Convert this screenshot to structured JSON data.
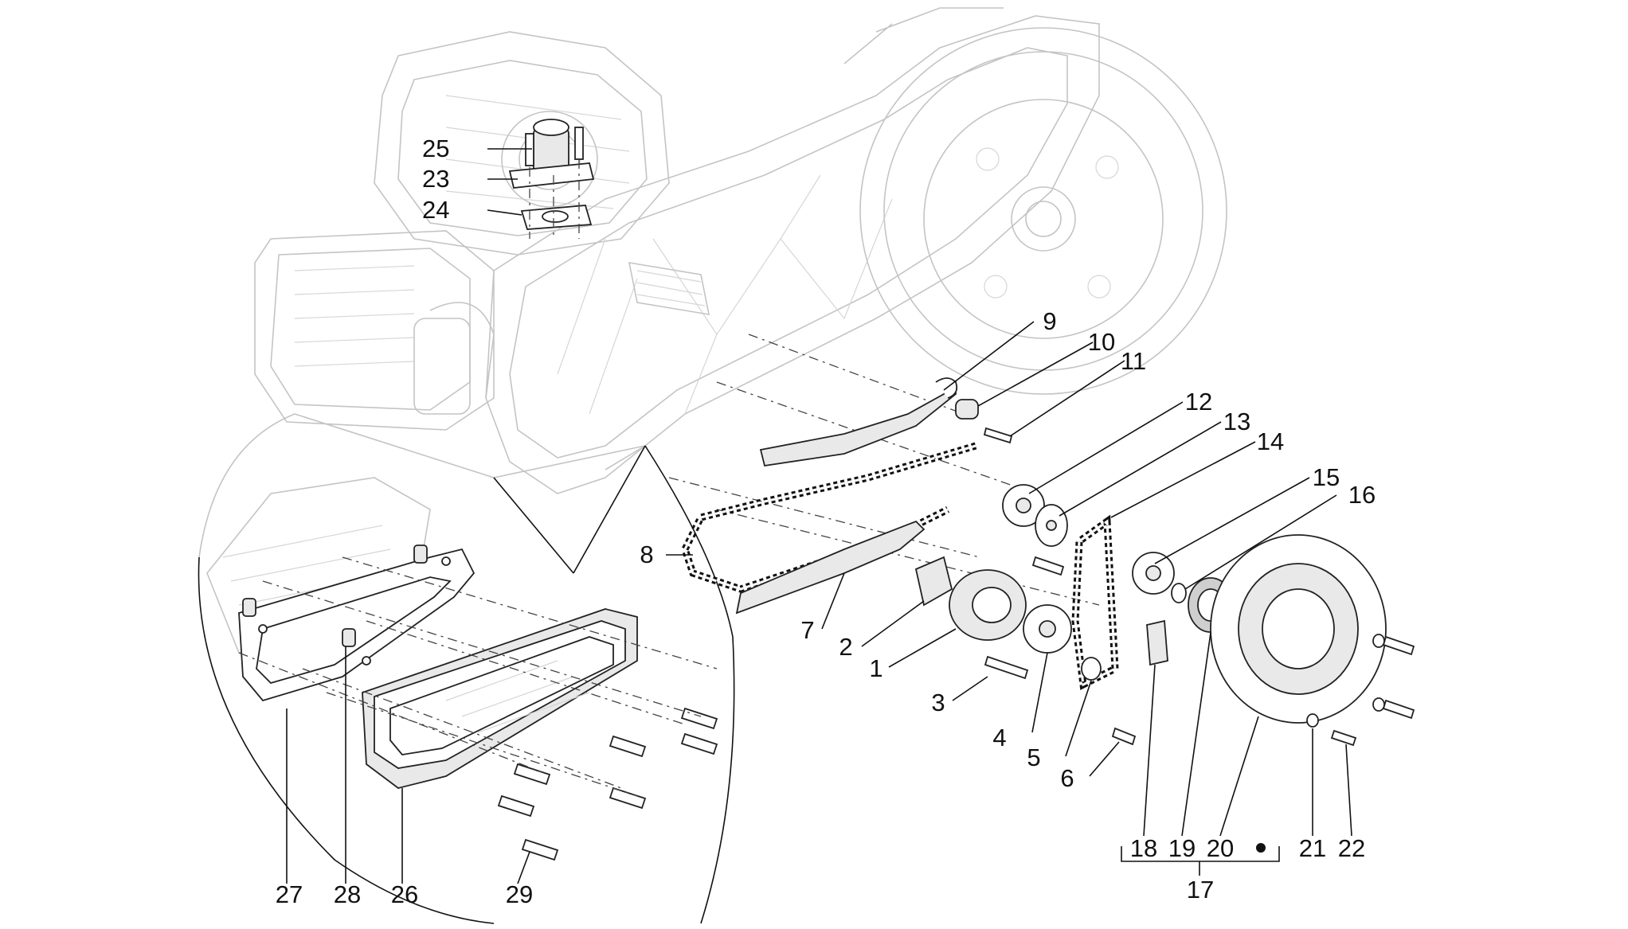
{
  "callouts": [
    {
      "id": "1",
      "label": "1"
    },
    {
      "id": "2",
      "label": "2"
    },
    {
      "id": "3",
      "label": "3"
    },
    {
      "id": "4",
      "label": "4"
    },
    {
      "id": "5",
      "label": "5"
    },
    {
      "id": "6",
      "label": "6"
    },
    {
      "id": "7",
      "label": "7"
    },
    {
      "id": "8",
      "label": "8"
    },
    {
      "id": "9",
      "label": "9"
    },
    {
      "id": "10",
      "label": "10"
    },
    {
      "id": "11",
      "label": "11"
    },
    {
      "id": "12",
      "label": "12"
    },
    {
      "id": "13",
      "label": "13"
    },
    {
      "id": "14",
      "label": "14"
    },
    {
      "id": "15",
      "label": "15"
    },
    {
      "id": "16",
      "label": "16"
    },
    {
      "id": "17",
      "label": "17"
    },
    {
      "id": "18",
      "label": "18"
    },
    {
      "id": "19",
      "label": "19"
    },
    {
      "id": "20",
      "label": "20"
    },
    {
      "id": "21",
      "label": "21"
    },
    {
      "id": "22",
      "label": "22"
    },
    {
      "id": "23",
      "label": "23"
    },
    {
      "id": "24",
      "label": "24"
    },
    {
      "id": "25",
      "label": "25"
    },
    {
      "id": "26",
      "label": "26"
    },
    {
      "id": "27",
      "label": "27"
    },
    {
      "id": "28",
      "label": "28"
    },
    {
      "id": "29",
      "label": "29"
    }
  ],
  "colors": {
    "line": "#111111",
    "ghost_engine": "#c4c4c4",
    "background": "#ffffff"
  },
  "icons": {
    "kit_marker": "filled-dot-icon"
  }
}
